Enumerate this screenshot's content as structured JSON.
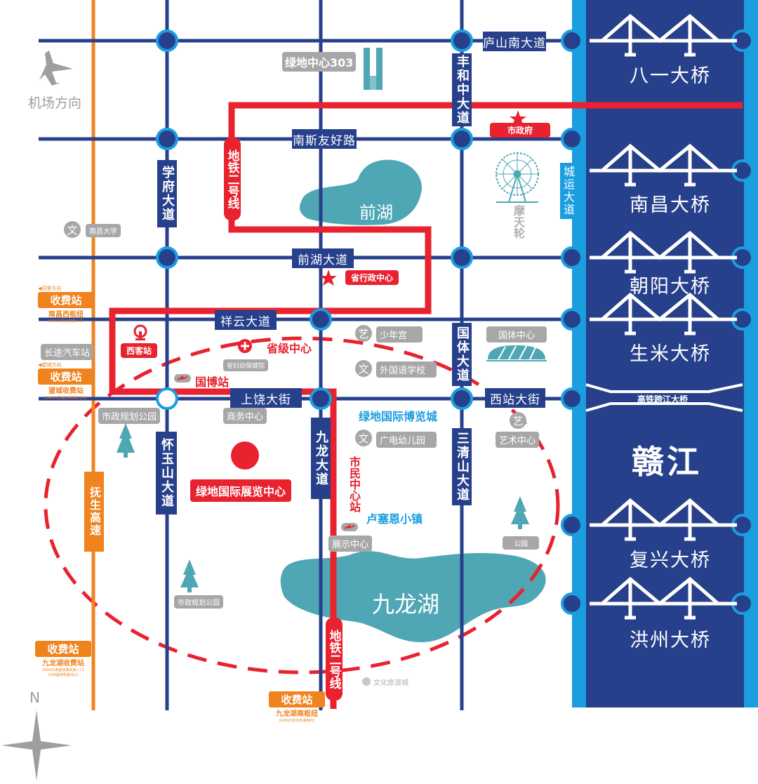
{
  "colors": {
    "road": "#27408b",
    "river": "#27408b",
    "river_edge": "#1a9ee0",
    "metro": "#e8222e",
    "highway": "#f0831e",
    "lake": "#4fa6b4",
    "tag_gray": "#a7a7a7",
    "accent_blue": "#1a9ee0"
  },
  "direction": {
    "airport": "机场方向",
    "north": "N"
  },
  "roads": {
    "lushan_south": "庐山南大道",
    "fenghe_middle": "丰和中大道",
    "nansi_friendship": "南斯友好路",
    "xuefu": "学府大道",
    "qianhu": "前湖大道",
    "xiangyun": "祥云大道",
    "shangrao": "上饶大街",
    "xizhan": "西站大街",
    "guoti": "国体大道",
    "huaiyushan": "怀玉山大道",
    "jiulong": "九龙大道",
    "sanqingshan": "三清山大道",
    "chengyun": "城运大道",
    "fusheng_highway": "抚生高速"
  },
  "metro": {
    "line2_north": "地铁二号线",
    "line2_south": "地铁二号线",
    "guobo_station": "国博站",
    "citizen_center_station": "市民中心站"
  },
  "landmarks": {
    "greenland_303": "绿地中心303",
    "city_government": "市政府",
    "ferris_wheel": "摩天轮",
    "qianhu_lake": "前湖",
    "nanchang_university": "南昌大学",
    "provincial_admin_center": "省行政中心",
    "west_station": "西客站",
    "long_distance_bus": "长途汽车站",
    "provincial_center": "省级中心",
    "maternal_child_hospital": "省妇幼保健院",
    "youth_palace": "少年宫",
    "foreign_language_school": "外国语学校",
    "sports_center": "国体中心",
    "municipal_park_1": "市政规划公园",
    "business_center": "商务中心",
    "greenland_expo_city": "绿地国际博览城",
    "tv_kindergarten": "广电幼儿园",
    "art_center": "艺术中心",
    "expo_center": "绿地国际展览中心",
    "lucerne_town": "卢塞恩小镇",
    "showroom": "展示中心",
    "park": "公园",
    "municipal_park_2": "市政规划公园",
    "jiulong_lake": "九龙湖",
    "culture_tourism_city": "文化旅游城"
  },
  "icons": {
    "art": "艺",
    "culture": "文"
  },
  "river": {
    "name": "赣江",
    "bridges": [
      "八一大桥",
      "南昌大桥",
      "朝阳大桥",
      "生米大桥",
      "复兴大桥",
      "洪州大桥"
    ],
    "hsr_bridge": "高铁跨江大桥"
  },
  "tolls": [
    {
      "direction": "◀湾里方向",
      "label": "收费站",
      "name": "南昌西枢纽",
      "sub": "(G6021杭长高速入口)"
    },
    {
      "direction": "◀望城方向",
      "label": "收费站",
      "name": "望城收费站",
      "sub": "(G6001南昌绕城高速北向)"
    },
    {
      "label": "收费站",
      "name": "九龙湖收费站",
      "sub": "(G6001南昌绕城高速入口)",
      "sub2": "(S38昌樟高速出口)"
    },
    {
      "label": "收费站",
      "name": "九龙湖南枢纽",
      "sub": "(G6021杭长高速西向)"
    }
  ]
}
